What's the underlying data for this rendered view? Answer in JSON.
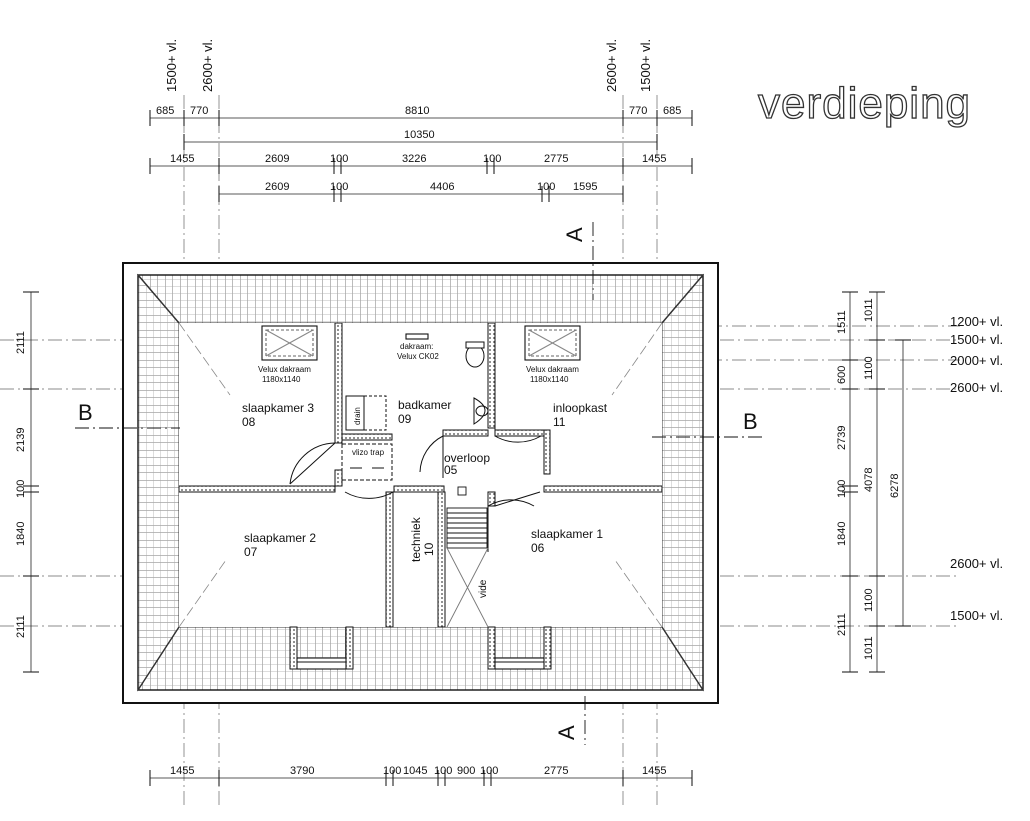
{
  "title": "verdieping",
  "dims": {
    "top1": [
      "685",
      "770",
      "8810",
      "770",
      "685"
    ],
    "top2": [
      "10350"
    ],
    "top3": [
      "1455",
      "2609",
      "100",
      "3226",
      "100",
      "2775",
      "1455"
    ],
    "top4": [
      "2609",
      "100",
      "4406",
      "100",
      "1595"
    ],
    "bottom": [
      "1455",
      "3790",
      "100",
      "1045",
      "100",
      "900",
      "100",
      "2775",
      "1455"
    ],
    "left": [
      "2111",
      "2139",
      "100",
      "1840",
      "2111"
    ],
    "right1": [
      "1511",
      "600",
      "2739",
      "100",
      "1840",
      "2111"
    ],
    "right2": [
      "1011",
      "1100",
      "4078",
      "1100",
      "1011"
    ],
    "right3": [
      "6278"
    ]
  },
  "levels_top": [
    "1500+ vl.",
    "2600+ vl.",
    "2600+ vl.",
    "1500+ vl."
  ],
  "levels_right": [
    "1200+ vl.",
    "1500+ vl.",
    "2000+ vl.",
    "2600+ vl.",
    "2600+ vl.",
    "1500+ vl."
  ],
  "sections": {
    "a": "A",
    "b": "B"
  },
  "rooms": [
    {
      "name": "slaapkamer 3",
      "num": "08"
    },
    {
      "name": "badkamer",
      "num": "09"
    },
    {
      "name": "inloopkast",
      "num": "11"
    },
    {
      "name": "overloop",
      "num": "05"
    },
    {
      "name": "slaapkamer 2",
      "num": "07"
    },
    {
      "name": "slaapkamer 1",
      "num": "06"
    },
    {
      "name": "techniek",
      "num": "10"
    }
  ],
  "labels": {
    "velux1": "Velux dakraam",
    "velux1_size": "1180x1140",
    "velux2": "Velux dakraam",
    "velux2_size": "1180x1140",
    "dakraam": "dakraam:",
    "dakraam_type": "Velux CK02",
    "drain": "drain",
    "vlizo": "vlizo trap",
    "vide": "vide"
  }
}
